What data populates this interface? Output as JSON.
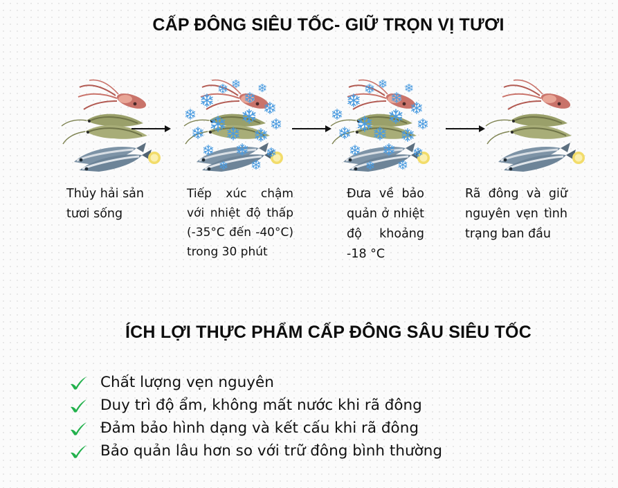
{
  "header": {
    "title": "CẤP ĐÔNG SIÊU TỐC- GIỮ TRỌN VỊ TƯƠI"
  },
  "steps": [
    {
      "image": "seafood-illustration",
      "text": "Thủy hải sản tươi sống"
    },
    {
      "image": "frozen-seafood-illustration",
      "text": "Tiếp xúc chậm với nhiệt độ thấp (-35°C đến -40°C) trong 30 phút"
    },
    {
      "image": "frozen-seafood-illustration",
      "text": "Đưa về bảo quản ở nhiệt độ khoảng -18 °C"
    },
    {
      "image": "seafood-illustration",
      "text": "Rã đông và giữ nguyên vẹn tình trạng ban đầu"
    }
  ],
  "benefits_section": {
    "title": "ÍCH LỢI THỰC PHẨM CẤP ĐÔNG SÂU SIÊU TỐC",
    "items": [
      "Chất lượng vẹn nguyên",
      "Duy trì độ ẩm, không mất nước khi rã đông",
      "Đảm bảo hình dạng  và  kết cấu khi rã đông",
      "Bảo quản lâu hơn so với trữ đông bình thường"
    ]
  },
  "colors": {
    "check": "#22b14c",
    "snowflake": "#4a9be0",
    "text": "#111111"
  }
}
